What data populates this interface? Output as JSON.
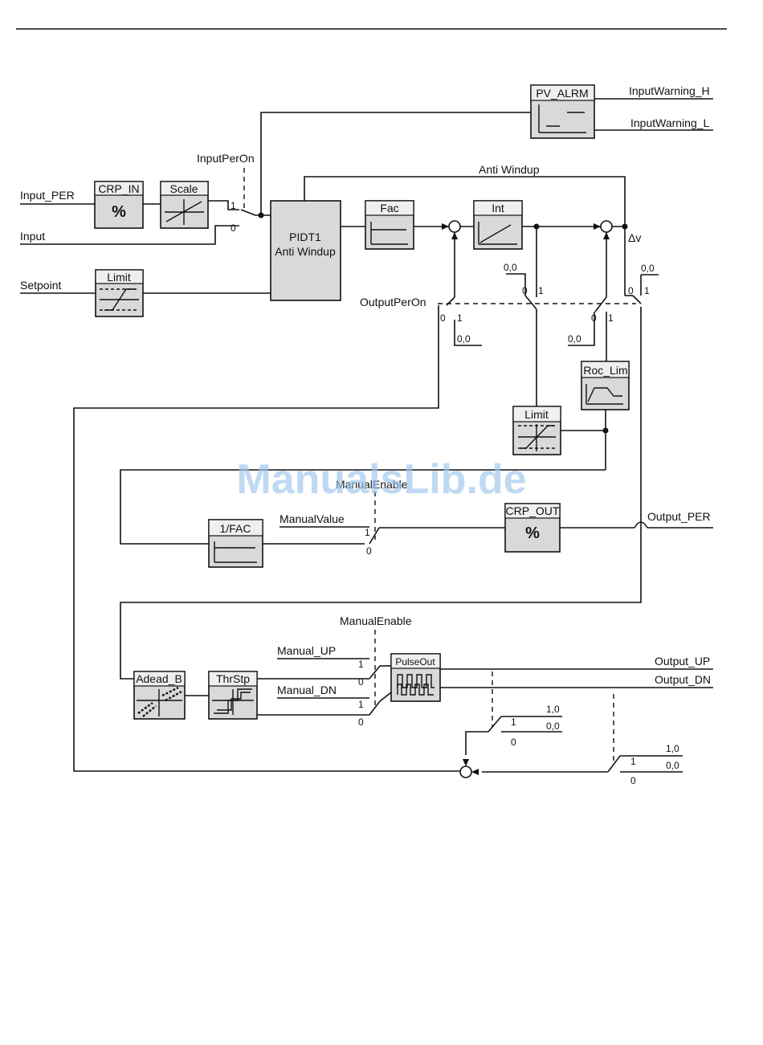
{
  "blocks": {
    "pv_alrm": "PV_ALRM",
    "crp_in": "CRP_IN",
    "crp_in_symbol": "%",
    "scale": "Scale",
    "limit_sp": "Limit",
    "pidt1_line1": "PIDT1",
    "pidt1_line2": "Anti Windup",
    "fac": "Fac",
    "int": "Int",
    "roc_lim": "Roc_Lim",
    "limit_out": "Limit",
    "inv_fac": "1/FAC",
    "crp_out": "CRP_OUT",
    "crp_out_symbol": "%",
    "adead_b": "Adead_B",
    "thrstp": "ThrStp",
    "pulseout": "PulseOut"
  },
  "signals": {
    "input_warning_h": "InputWarning_H",
    "input_warning_l": "InputWarning_L",
    "input_per_on": "InputPerOn",
    "input_per": "Input_PER",
    "input": "Input",
    "setpoint": "Setpoint",
    "anti_windup": "Anti Windup",
    "delta_v": "Δv",
    "output_per_on": "OutputPerOn",
    "manual_enable_1": "ManualEnable",
    "manual_value": "ManualValue",
    "output_per": "Output_PER",
    "manual_enable_2": "ManualEnable",
    "manual_up": "Manual_UP",
    "manual_dn": "Manual_DN",
    "output_up": "Output_UP",
    "output_dn": "Output_DN"
  },
  "switch_labels": {
    "one": "1",
    "zero": "0",
    "zero_comma": "0,0",
    "one_comma": "1,0"
  },
  "watermark": "ManualsLib.de"
}
